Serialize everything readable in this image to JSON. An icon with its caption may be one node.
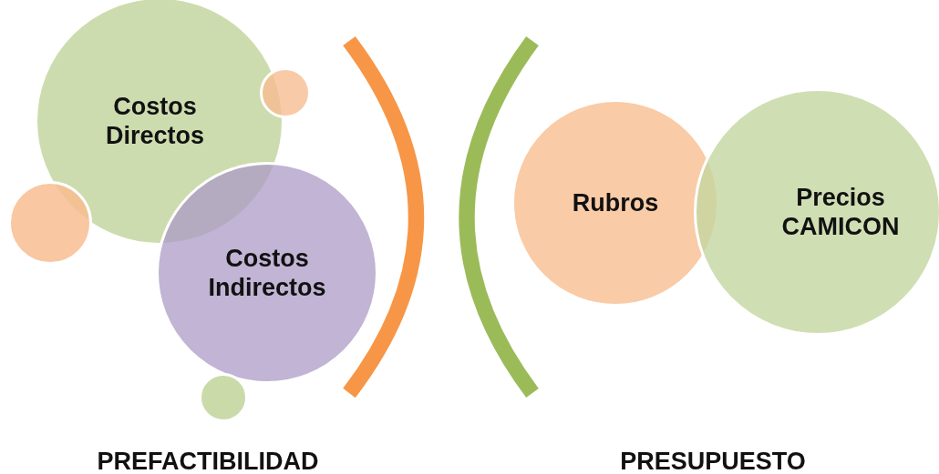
{
  "diagram": {
    "nodes": [
      {
        "text": [
          "Costos Directos"
        ]
      },
      {
        "text": [],
        "shape": "circle"
      },
      {
        "text": [],
        "shape": "circle"
      },
      {
        "text": [
          "Costos Indirectos"
        ]
      },
      {
        "text": [],
        "shape": "circle"
      },
      {
        "text": [
          "Rubros"
        ]
      },
      {
        "text": [
          "Precios CAMICON"
        ]
      }
    ],
    "labels": [
      "PREFACTIBILIDAD",
      "PRESUPUESTO"
    ]
  }
}
